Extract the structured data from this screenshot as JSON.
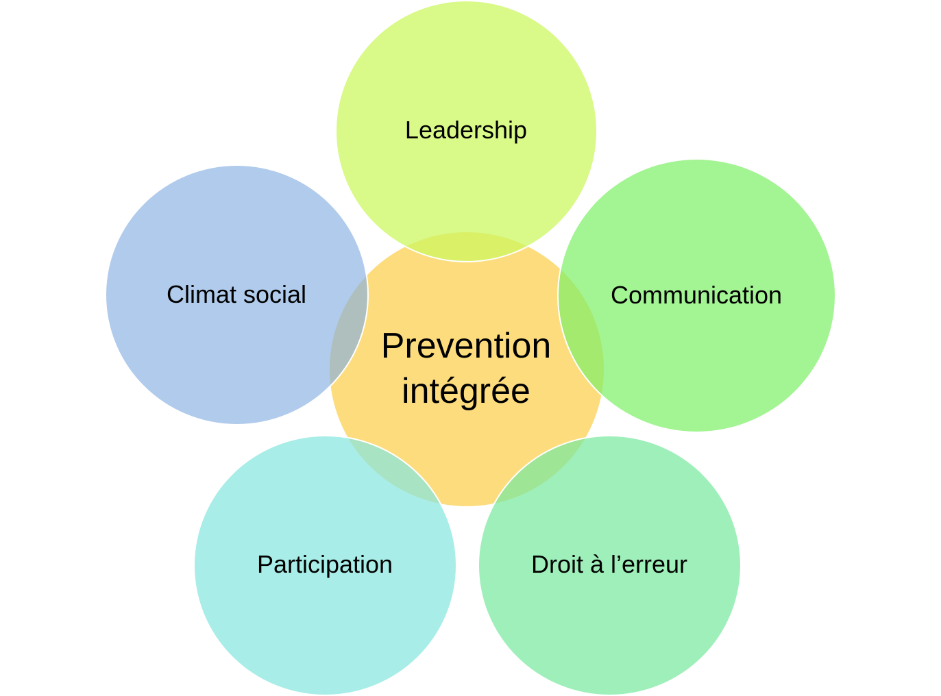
{
  "diagram": {
    "center": {
      "line1": "Prevention",
      "line2": "intégrée",
      "color": "#FCD461"
    },
    "nodes": [
      {
        "label": "Leadership",
        "color": "#CCF760"
      },
      {
        "label": "Communication",
        "color": "#7FF06A"
      },
      {
        "label": "Droit à l’erreur",
        "color": "#78E99E"
      },
      {
        "label": "Participation",
        "color": "#86E6DE"
      },
      {
        "label": "Climat social",
        "color": "#85AFE0"
      }
    ]
  }
}
